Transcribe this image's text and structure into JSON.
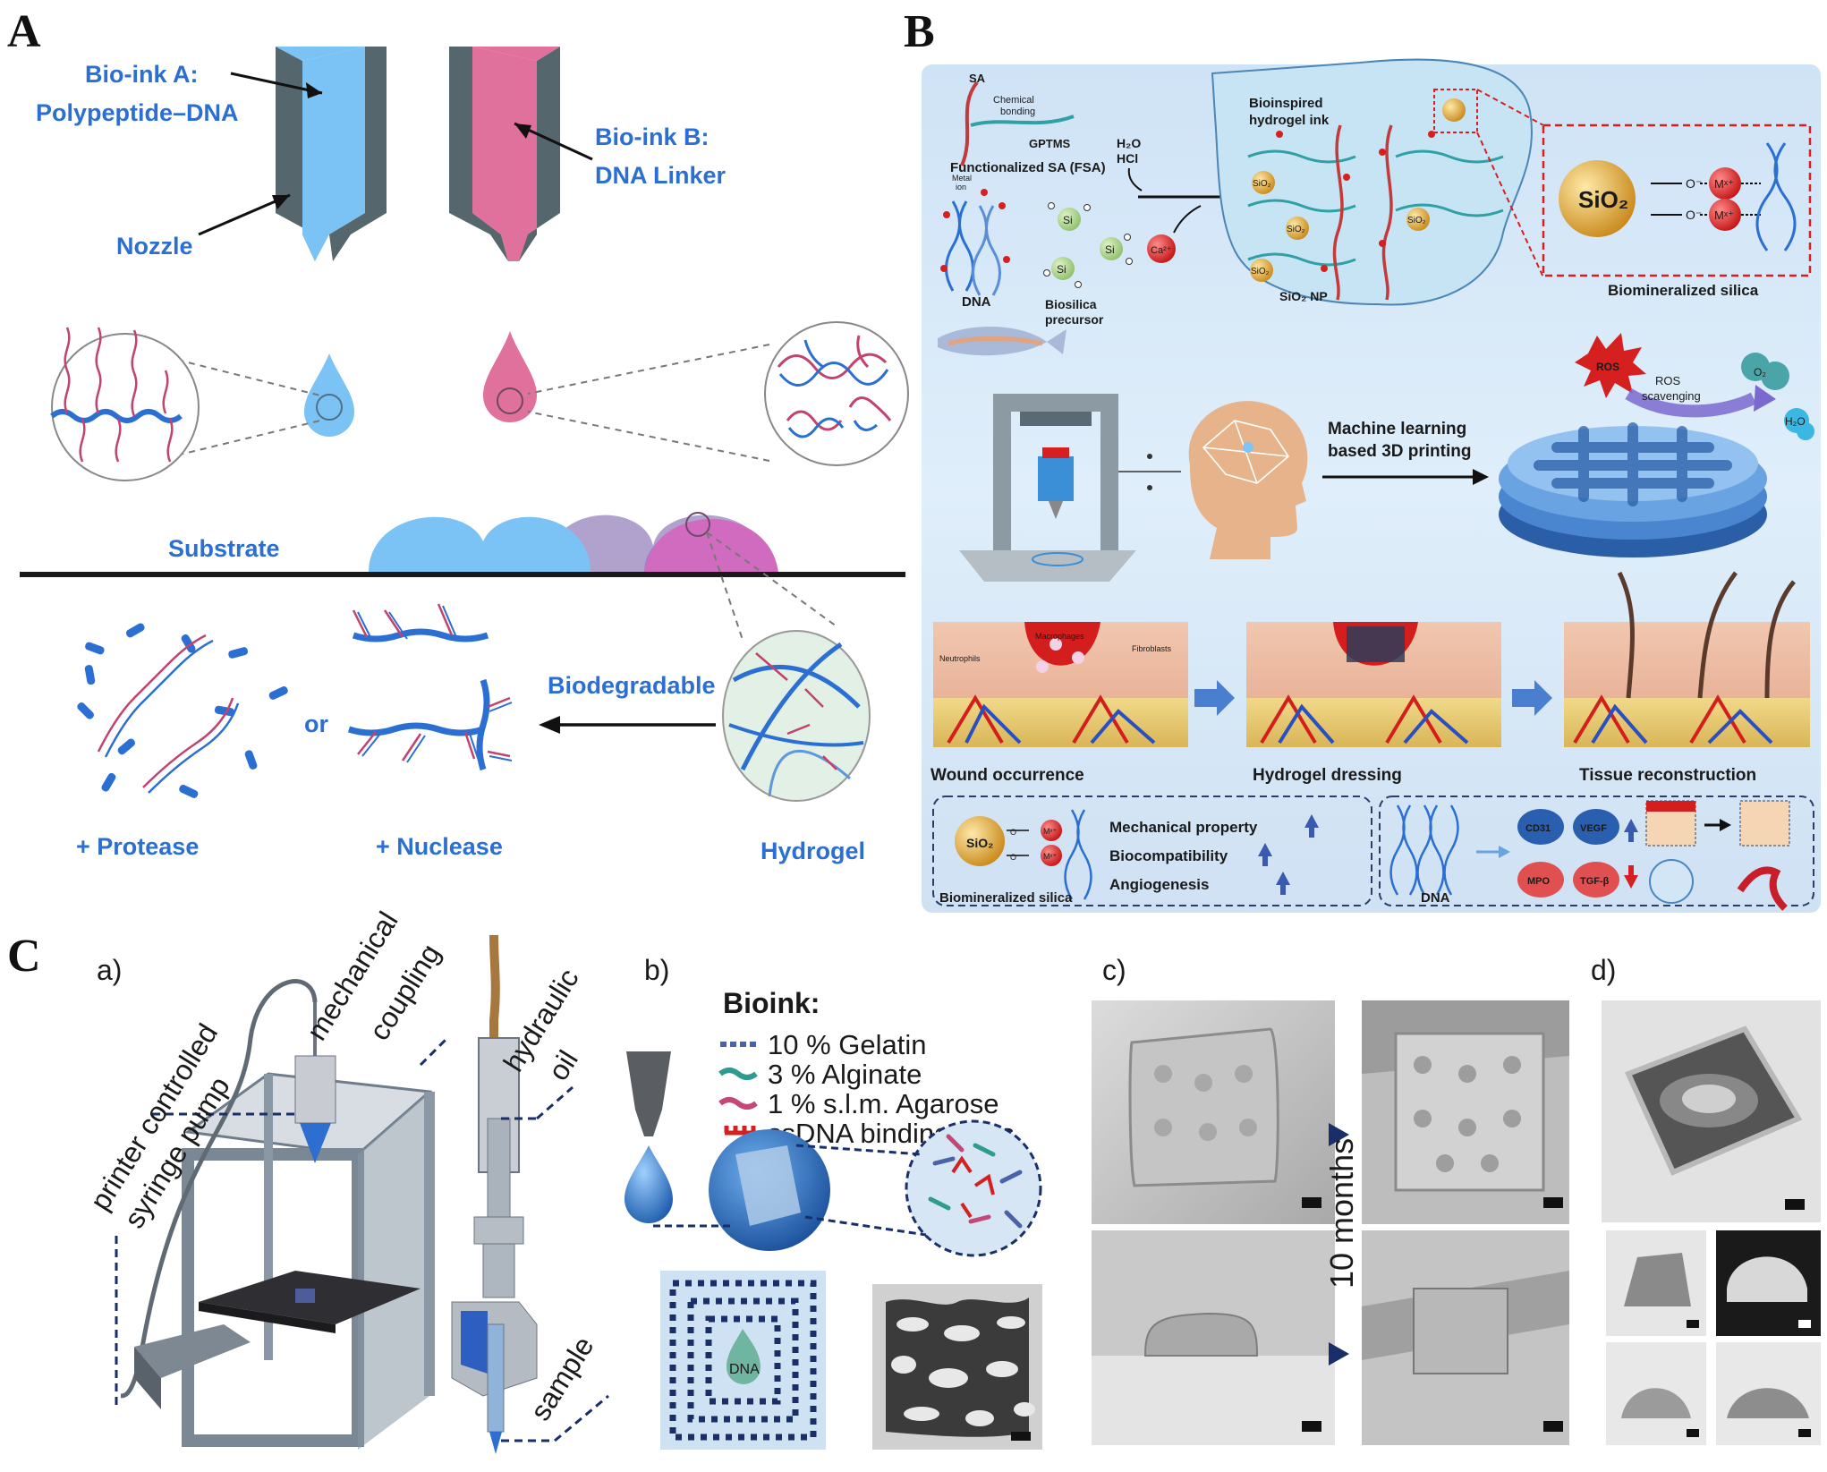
{
  "panelA": {
    "letter": "A",
    "bioink_a_line1": "Bio-ink A:",
    "bioink_a_line2": "Polypeptide–DNA",
    "bioink_b_line1": "Bio-ink B:",
    "bioink_b_line2": "DNA Linker",
    "nozzle": "Nozzle",
    "substrate": "Substrate",
    "or": "or",
    "biodegradable": "Biodegradable",
    "protease": "+ Protease",
    "nuclease": "+ Nuclease",
    "hydrogel": "Hydrogel"
  },
  "panelB": {
    "letter": "B",
    "sa": "SA",
    "chemical_bonding_line1": "Chemical",
    "chemical_bonding_line2": "bonding",
    "gptms": "GPTMS",
    "functionalized_sa": "Functionalized SA (FSA)",
    "metal_ion_line1": "Metal",
    "metal_ion_line2": "ion",
    "dna": "DNA",
    "biosilica_line1": "Biosilica",
    "biosilica_line2": "precursor",
    "si": "Si",
    "h2o": "H₂O",
    "hcl": "HCl",
    "ca": "Ca²⁺",
    "ink_line1": "Bioinspired",
    "ink_line2": "hydrogel ink",
    "sio2": "SiO₂",
    "sio2_np": "SiO₂ NP",
    "biomineralized_silica": "Biomineralized silica",
    "mx": "Mˣ⁺",
    "o": "O⁻",
    "ros": "ROS",
    "ros_scav_line1": "ROS",
    "ros_scav_line2": "scavenging",
    "o2": "O₂",
    "h2o_mol": "H₂O",
    "ml_line1": "Machine learning",
    "ml_line2": "based 3D printing",
    "macrophages": "Macrophages",
    "neutrophils": "Neutrophils",
    "fibroblasts": "Fibroblasts",
    "wound": "Wound occurrence",
    "dressing": "Hydrogel dressing",
    "reconstruction": "Tissue reconstruction",
    "mechanical": "Mechanical property",
    "biocompat": "Biocompatibility",
    "angio": "Angiogenesis",
    "biomin_small": "Biomineralized silica",
    "dna_small": "DNA",
    "cd31": "CD31",
    "vegf": "VEGF",
    "mpo": "MPO",
    "tgfb": "TGF-β"
  },
  "panelC": {
    "letter": "C",
    "a": "a)",
    "b": "b)",
    "c": "c)",
    "d": "d)",
    "printer_line1": "printer controlled",
    "printer_line2": "syringe pump",
    "mech_line1": "mechanical",
    "mech_line2": "coupling",
    "hyd_line1": "hydraulic",
    "hyd_line2": "oil",
    "sample": "sample",
    "bioink_title": "Bioink:",
    "bioink_items": [
      "10 % Gelatin",
      "3 % Alginate",
      "1 % s.l.m. Agarose",
      "ssDNA binding sites"
    ],
    "dna_drop": "DNA",
    "months": "10 months"
  }
}
